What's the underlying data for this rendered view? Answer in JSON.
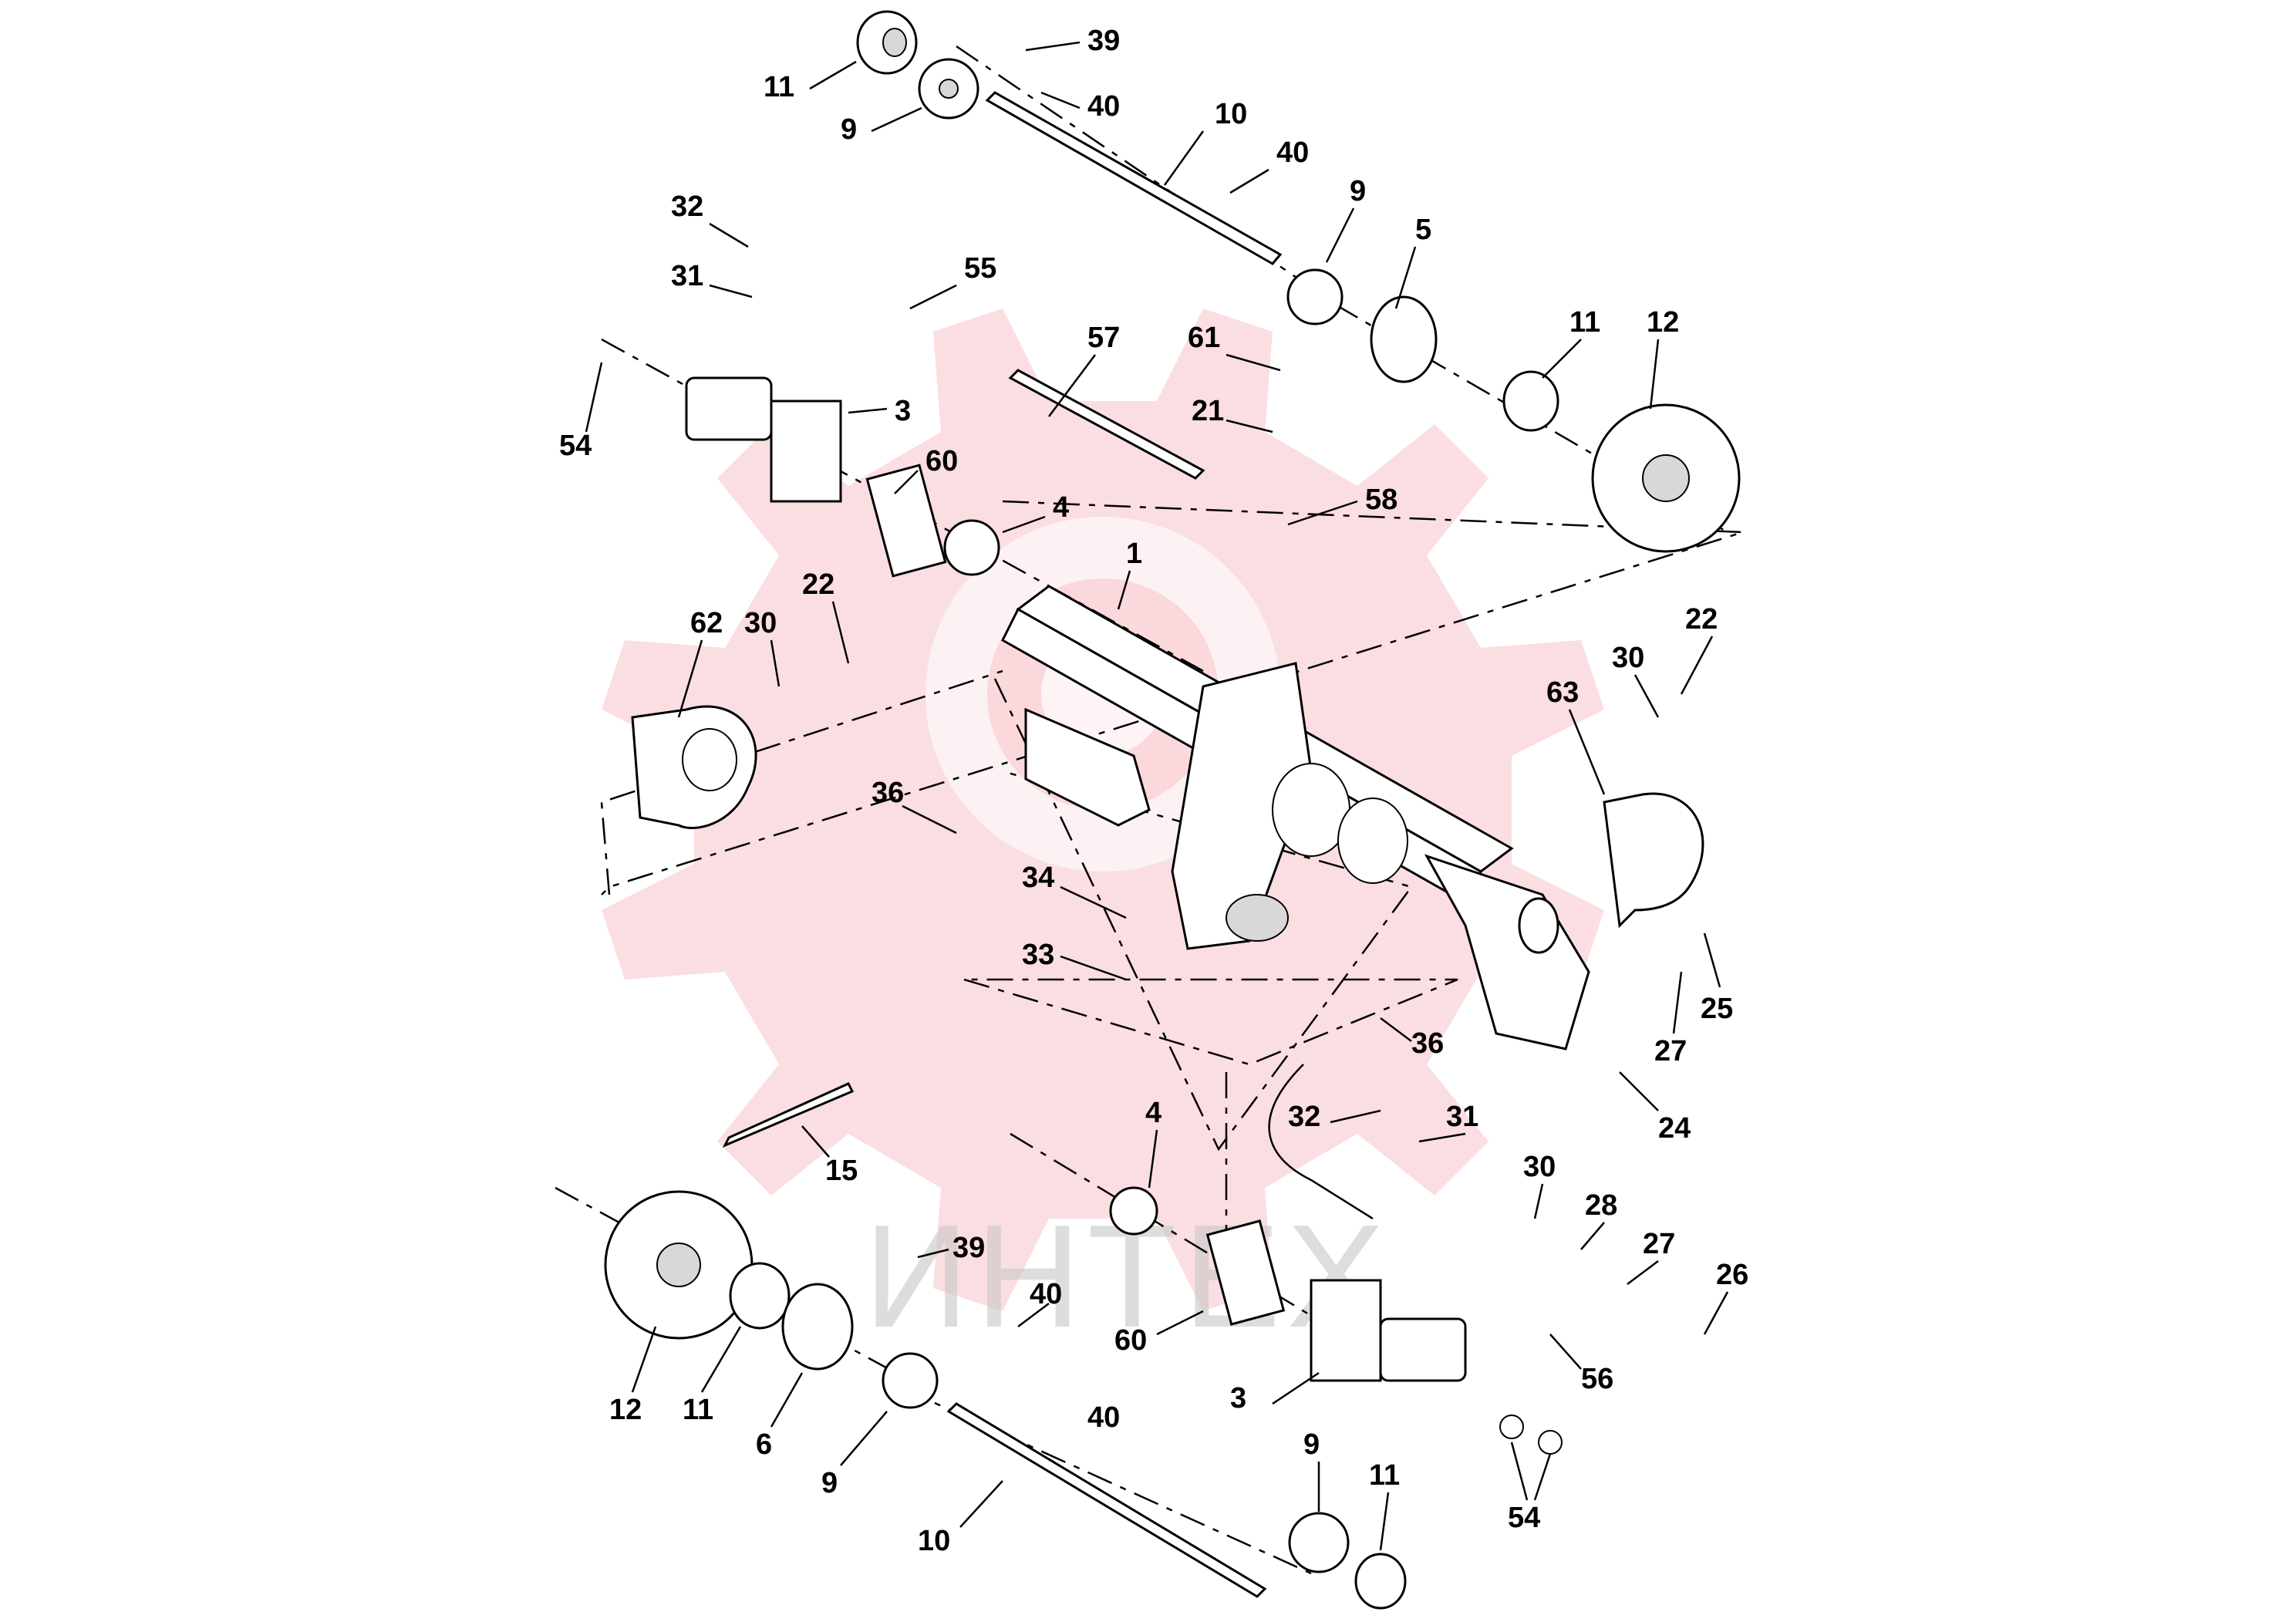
{
  "watermark": {
    "text": "ИНТЕХ"
  },
  "colors": {
    "watermark_gear": "#f4a7b1",
    "watermark_text": "#c8c8c8",
    "line": "#000000"
  },
  "callouts": [
    {
      "id": "c1",
      "label": "39"
    },
    {
      "id": "c2",
      "label": "11"
    },
    {
      "id": "c3",
      "label": "40"
    },
    {
      "id": "c4",
      "label": "9"
    },
    {
      "id": "c5",
      "label": "10"
    },
    {
      "id": "c6",
      "label": "40"
    },
    {
      "id": "c7",
      "label": "9"
    },
    {
      "id": "c8",
      "label": "32"
    },
    {
      "id": "c9",
      "label": "5"
    },
    {
      "id": "c10",
      "label": "31"
    },
    {
      "id": "c11",
      "label": "55"
    },
    {
      "id": "c12",
      "label": "11"
    },
    {
      "id": "c13",
      "label": "12"
    },
    {
      "id": "c14",
      "label": "57"
    },
    {
      "id": "c15",
      "label": "61"
    },
    {
      "id": "c16",
      "label": "3"
    },
    {
      "id": "c17",
      "label": "21"
    },
    {
      "id": "c18",
      "label": "54"
    },
    {
      "id": "c19",
      "label": "60"
    },
    {
      "id": "c20",
      "label": "58"
    },
    {
      "id": "c21",
      "label": "4"
    },
    {
      "id": "c22",
      "label": "1"
    },
    {
      "id": "c23",
      "label": "22"
    },
    {
      "id": "c24",
      "label": "62"
    },
    {
      "id": "c25",
      "label": "30"
    },
    {
      "id": "c26",
      "label": "22"
    },
    {
      "id": "c27",
      "label": "30"
    },
    {
      "id": "c28",
      "label": "63"
    },
    {
      "id": "c29",
      "label": "36"
    },
    {
      "id": "c30",
      "label": "34"
    },
    {
      "id": "c31",
      "label": "33"
    },
    {
      "id": "c32",
      "label": "25"
    },
    {
      "id": "c33",
      "label": "36"
    },
    {
      "id": "c34",
      "label": "27"
    },
    {
      "id": "c35",
      "label": "24"
    },
    {
      "id": "c36",
      "label": "4"
    },
    {
      "id": "c37",
      "label": "32"
    },
    {
      "id": "c38",
      "label": "31"
    },
    {
      "id": "c39",
      "label": "15"
    },
    {
      "id": "c40",
      "label": "30"
    },
    {
      "id": "c41",
      "label": "28"
    },
    {
      "id": "c42",
      "label": "39"
    },
    {
      "id": "c43",
      "label": "27"
    },
    {
      "id": "c44",
      "label": "40"
    },
    {
      "id": "c45",
      "label": "26"
    },
    {
      "id": "c46",
      "label": "60"
    },
    {
      "id": "c47",
      "label": "56"
    },
    {
      "id": "c48",
      "label": "3"
    },
    {
      "id": "c49",
      "label": "12"
    },
    {
      "id": "c50",
      "label": "11"
    },
    {
      "id": "c51",
      "label": "6"
    },
    {
      "id": "c52",
      "label": "40"
    },
    {
      "id": "c53",
      "label": "9"
    },
    {
      "id": "c54",
      "label": "9"
    },
    {
      "id": "c55",
      "label": "11"
    },
    {
      "id": "c56",
      "label": "54"
    },
    {
      "id": "c57",
      "label": "10"
    }
  ]
}
